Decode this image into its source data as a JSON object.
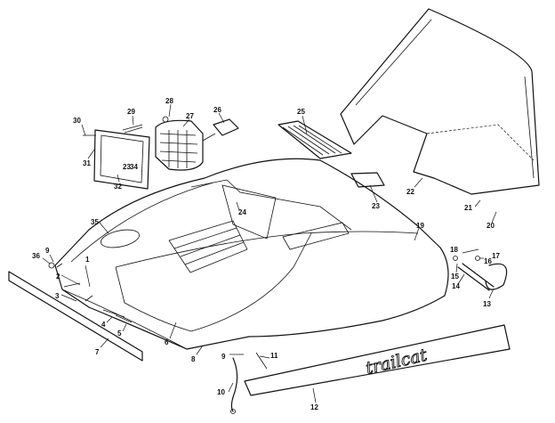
{
  "brand_text": "trailcat",
  "part_labels": [
    "1",
    "2",
    "3",
    "4",
    "5",
    "6",
    "7",
    "8",
    "9",
    "9",
    "10",
    "11",
    "12",
    "13",
    "14",
    "15",
    "16",
    "17",
    "18",
    "19",
    "20",
    "21",
    "22",
    "23",
    "23",
    "24",
    "25",
    "26",
    "27",
    "28",
    "29",
    "30",
    "31",
    "32",
    "34",
    "35",
    "36"
  ]
}
